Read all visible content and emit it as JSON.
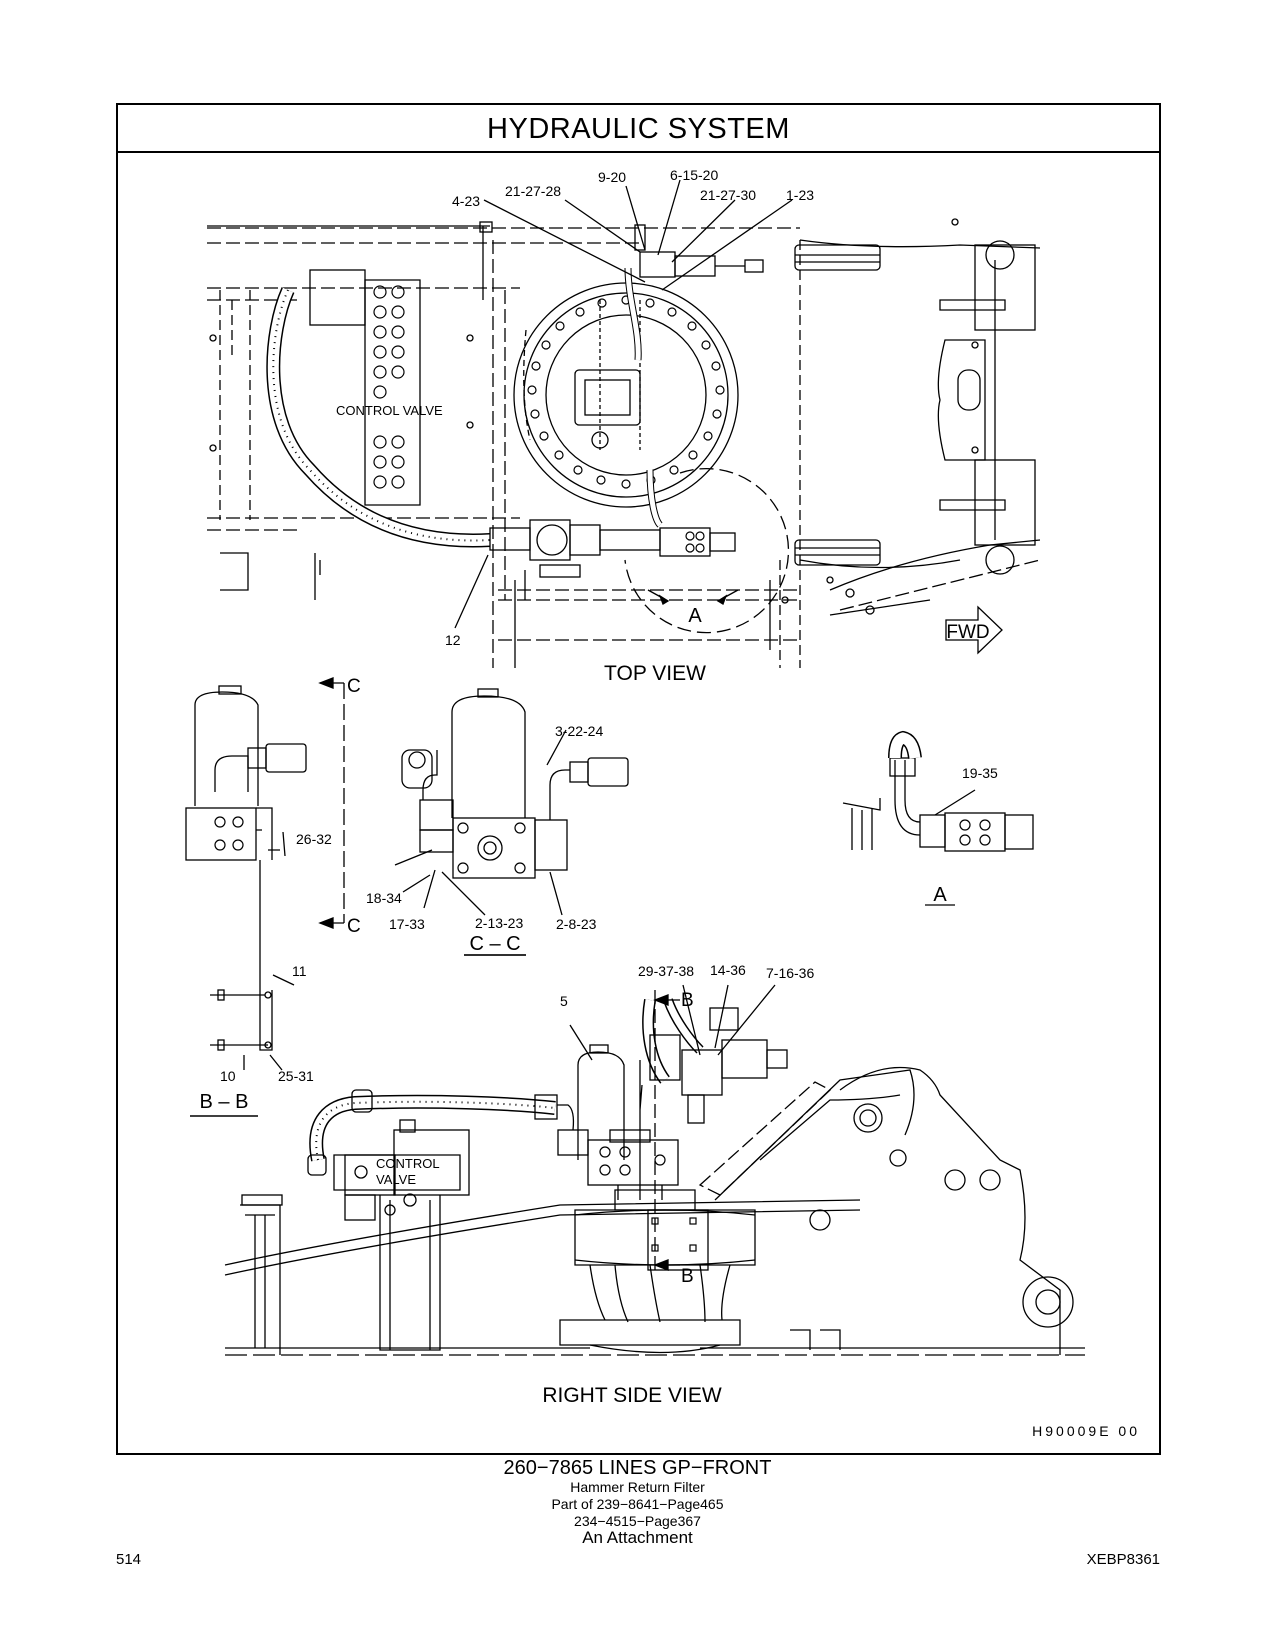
{
  "header": {
    "title": "HYDRAULIC SYSTEM"
  },
  "views": {
    "top_view": "TOP VIEW",
    "right_side_view": "RIGHT SIDE VIEW",
    "section_bb": "B – B",
    "section_cc": "C – C",
    "detail_a": "A",
    "fwd": "FWD",
    "control_valve_top": "CONTROL VALVE",
    "control_valve_side_1": "CONTROL",
    "control_valve_side_2": "VALVE"
  },
  "callouts": {
    "c_4_23": "4-23",
    "c_21_27_28": "21-27-28",
    "c_9_20": "9-20",
    "c_6_15_20": "6-15-20",
    "c_21_27_30": "21-27-30",
    "c_1_23": "1-23",
    "c_12": "12",
    "c_a_top": "A",
    "c_3_22_24": "3-22-24",
    "c_26_32": "26-32",
    "c_18_34": "18-34",
    "c_17_33": "17-33",
    "c_2_13_23": "2-13-23",
    "c_2_8_23": "2-8-23",
    "c_19_35": "19-35",
    "c_11": "11",
    "c_10": "10",
    "c_25_31": "25-31",
    "c_29_37_38": "29-37-38",
    "c_14_36": "14-36",
    "c_7_16_36": "7-16-36",
    "c_5": "5",
    "sec_c_top": "C",
    "sec_c_bottom": "C",
    "sec_b_top": "B",
    "sec_b_bottom": "B"
  },
  "drawing_id": "H90009E 00",
  "caption": {
    "part_line": "260−7865 LINES GP−FRONT",
    "line2": "Hammer Return Filter",
    "line3": "Part of 239−8641−Page465",
    "line4": "234−4515−Page367",
    "line5": "An Attachment"
  },
  "footer": {
    "page_number": "514",
    "doc_code": "XEBP8361"
  }
}
